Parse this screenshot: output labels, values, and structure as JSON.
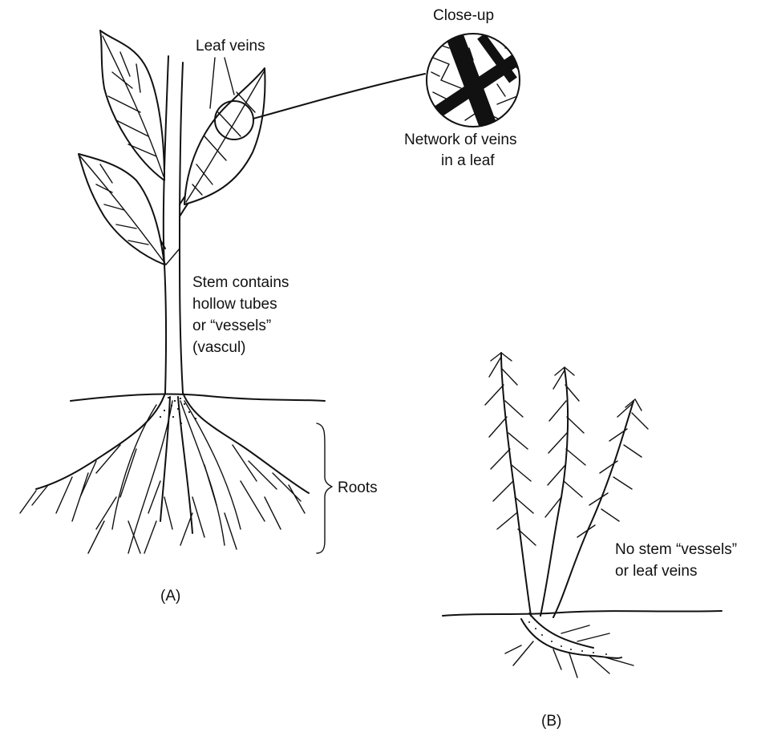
{
  "figure": {
    "labels": {
      "close_up": "Close-up",
      "leaf_veins": "Leaf veins",
      "network_line1": "Network of veins",
      "network_line2": "in a leaf",
      "stem_line1": "Stem contains",
      "stem_line2": "hollow tubes",
      "stem_line3": "or “vessels”",
      "stem_line4": "(vascul)",
      "roots": "Roots",
      "panel_a": "(A)",
      "no_vessels_line1": "No stem “vessels”",
      "no_vessels_line2": "or leaf veins",
      "panel_b": "(B)"
    }
  }
}
